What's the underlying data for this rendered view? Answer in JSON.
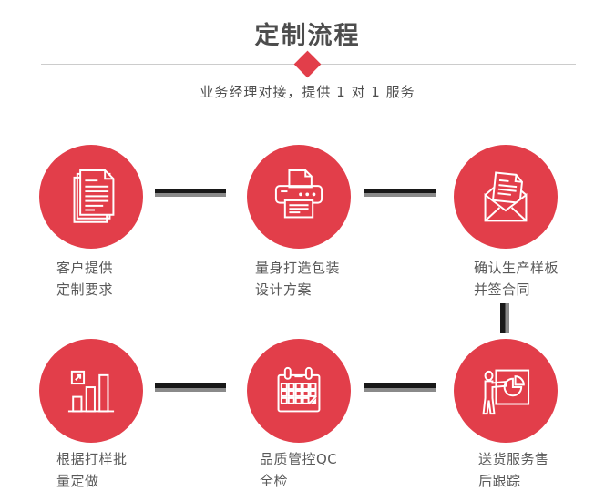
{
  "header": {
    "title": "定制流程",
    "subtitle": "业务经理对接，提供 1 对 1 服务"
  },
  "colors": {
    "accent_red": "#e23e4a",
    "connector_dark": "#181818",
    "connector_gray": "#8a8a8a",
    "divider_line": "#cccccc",
    "title_text": "#4d4d4d",
    "label_text": "#595959",
    "icon_stroke": "#ffffff"
  },
  "steps": [
    {
      "icon": "documents-icon",
      "label_line1": "客户提供",
      "label_line2": "定制要求"
    },
    {
      "icon": "printer-icon",
      "label_line1": "量身打造包装",
      "label_line2": "设计方案"
    },
    {
      "icon": "envelope-icon",
      "label_line1": "确认生产样板",
      "label_line2": "并签合同"
    },
    {
      "icon": "bar-chart-icon",
      "label_line1": "根据打样批",
      "label_line2": "量定做"
    },
    {
      "icon": "calendar-icon",
      "label_line1": "品质管控QC",
      "label_line2": "全检"
    },
    {
      "icon": "presentation-icon",
      "label_line1": "送货服务售",
      "label_line2": "后跟踪"
    }
  ]
}
